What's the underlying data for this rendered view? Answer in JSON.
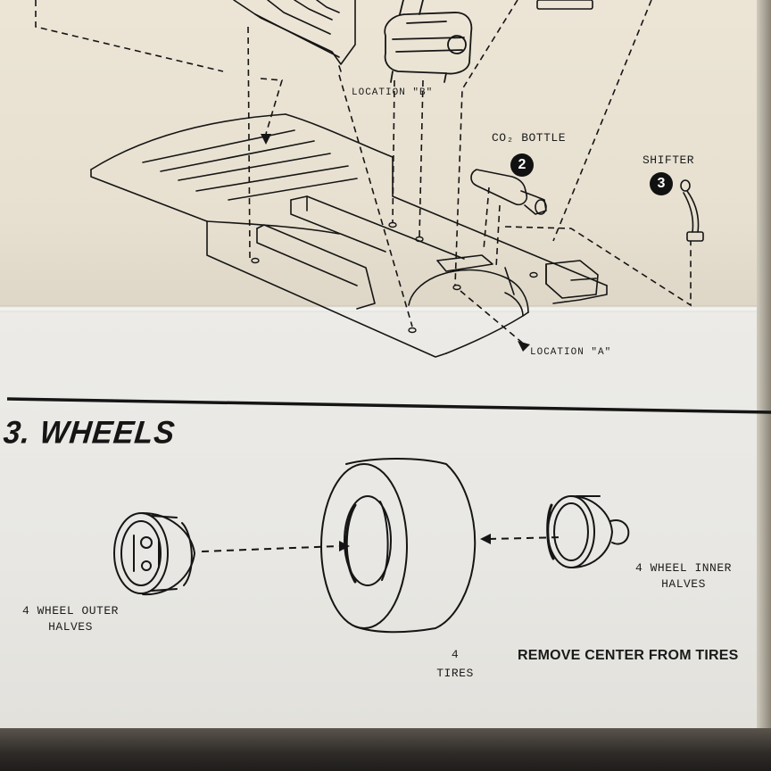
{
  "step1": {
    "location_b": "LOCATION \"B\"",
    "location_a": "LOCATION \"A\"",
    "co2_bottle": "CO₂ BOTTLE",
    "co2_number": "2",
    "shifter": "SHIFTER",
    "shifter_number": "3"
  },
  "section": {
    "title": "3. WHEELS",
    "outer_halves": {
      "line1": "4 WHEEL OUTER",
      "line2": "HALVES"
    },
    "tires": {
      "line1": "4",
      "line2": "TIRES"
    },
    "inner_halves": {
      "line1": "4 WHEEL INNER",
      "line2": "HALVES"
    },
    "note": "REMOVE CENTER FROM TIRES"
  },
  "colors": {
    "ink": "#151515",
    "paper_top": "#e9e2d3",
    "paper_bottom": "#eae9e5"
  }
}
